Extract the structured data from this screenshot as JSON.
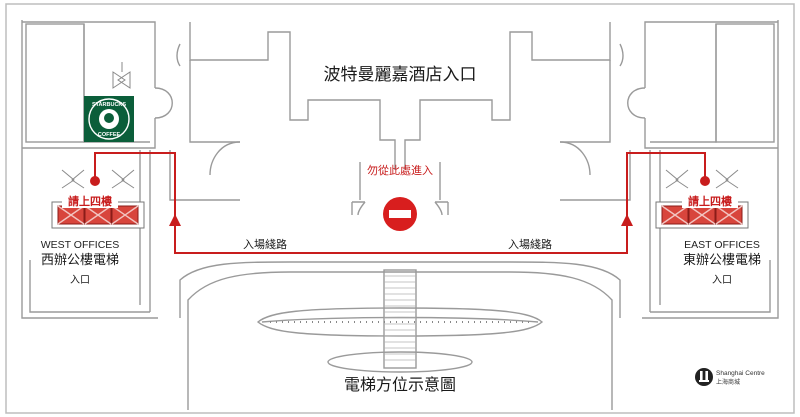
{
  "hotel_entrance_label": "波特曼麗嘉酒店入口",
  "no_entry_label": "勿從此處進入",
  "route_label_left": "入場綫路",
  "route_label_right": "入場綫路",
  "west": {
    "office_en": "WEST OFFICES",
    "office_zh": "西辦公樓電梯",
    "entrance": "入口",
    "floor_notice": "請上四樓"
  },
  "east": {
    "office_en": "EAST OFFICES",
    "office_zh": "東辦公樓電梯",
    "entrance": "入口",
    "floor_notice": "請上四樓"
  },
  "starbucks": {
    "brand_top": "STARBUCKS",
    "brand_bottom": "COFFEE"
  },
  "map_title": "電梯方位示意圖",
  "logo": {
    "text_en": "Shanghai Centre",
    "text_zh": "上海商城"
  },
  "colors": {
    "route_red": "#c81d1d",
    "wall": "#9a9a9a",
    "background": "#ffffff"
  },
  "icons": [
    "starbucks-logo",
    "no-entry-icon",
    "route-arrow-icon",
    "shanghai-centre-logo",
    "entrance-dot-icon"
  ]
}
